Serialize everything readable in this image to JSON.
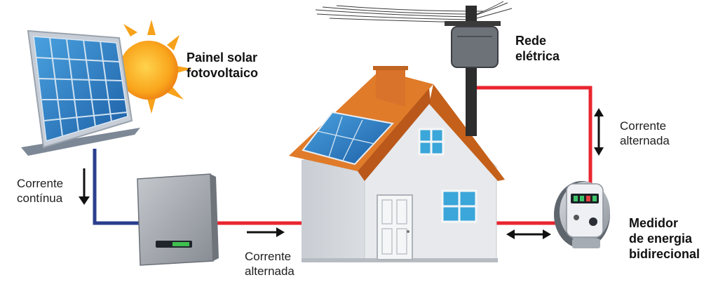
{
  "labels": {
    "painel": {
      "line1": "Painel solar",
      "line2": "fotovoltaico"
    },
    "rede": {
      "line1": "Rede",
      "line2": "elétrica"
    },
    "corrente_continua": {
      "line1": "Corrente",
      "line2": "contínua"
    },
    "corrente_alternada_inversor": {
      "line1": "Corrente",
      "line2": "alternada"
    },
    "corrente_alternada_rede": {
      "line1": "Corrente",
      "line2": "alternada"
    },
    "medidor": {
      "line1": "Medidor",
      "line2": "de energia",
      "line3": "bidirecional"
    }
  },
  "colors": {
    "dc_wire": "#2b3f8f",
    "ac_wire": "#e8262f",
    "roof": "#e07b2a",
    "sun": "#f7a21b",
    "panel_blue": "#2f7fc1",
    "house_wall": "#dfe2e6"
  },
  "icons": [
    "sun-icon",
    "solar-panel-icon",
    "inverter-icon",
    "house-icon",
    "utility-pole-icon",
    "energy-meter-icon"
  ]
}
